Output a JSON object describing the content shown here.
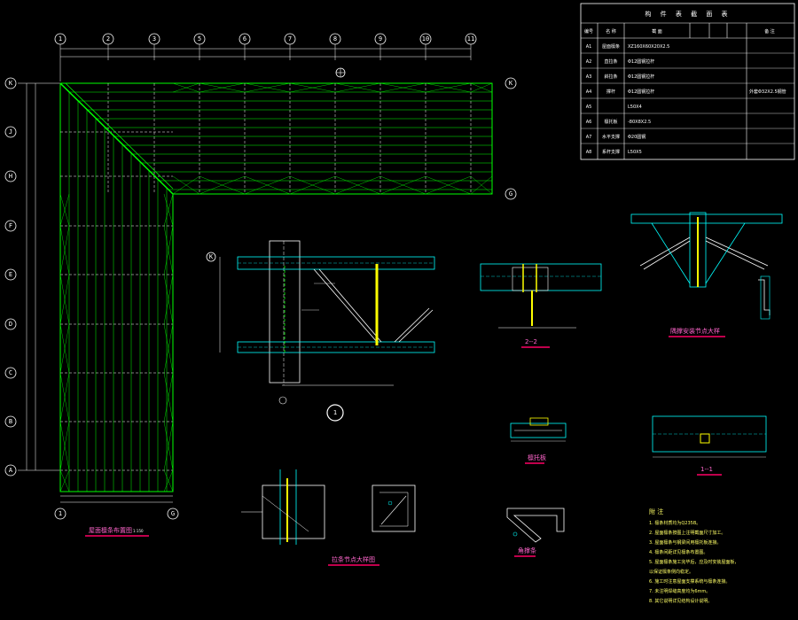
{
  "drawing": {
    "column_axes": [
      "1",
      "2",
      "3",
      "5",
      "6",
      "7",
      "8",
      "9",
      "10",
      "11"
    ],
    "row_axes": [
      "K",
      "J",
      "H",
      "F",
      "E",
      "D",
      "C",
      "B",
      "A"
    ],
    "right_axes": [
      "K",
      "G"
    ],
    "bottom_axes": [
      "1",
      "G"
    ],
    "circle_mark": "1",
    "plan_caption": "屋面檩条布置图",
    "plan_scale": "1:150",
    "section_caption_22": "2--2",
    "section_caption_11": "1--1",
    "node_caption": "隅撑安装节点大样",
    "bracket_caption": "拉条节点大样图",
    "clip_caption": "角撑条",
    "purlin_caption": "檩托板"
  },
  "table": {
    "title": "构 件 表 截 面 表",
    "headers": [
      "编号",
      "名 称",
      "截 面",
      "",
      "",
      "",
      "备 注"
    ],
    "rows": [
      {
        "id": "A1",
        "name": "屋面檩条",
        "section": "XZ160X60X20X2.5",
        "note": ""
      },
      {
        "id": "A2",
        "name": "直拉条",
        "section": "Φ12圆钢拉杆",
        "note": ""
      },
      {
        "id": "A3",
        "name": "斜拉条",
        "section": "Φ12圆钢拉杆",
        "note": ""
      },
      {
        "id": "A4",
        "name": "撑杆",
        "section": "Φ12圆钢拉杆",
        "note": "外套Φ32X2.5钢管"
      },
      {
        "id": "A5",
        "name": "",
        "section": "L50X4",
        "note": ""
      },
      {
        "id": "A6",
        "name": "檩托板",
        "section": "-80X8X2.5",
        "note": ""
      },
      {
        "id": "A7",
        "name": "水平支撑",
        "section": "Φ20圆钢",
        "note": ""
      },
      {
        "id": "A8",
        "name": "系杆支撑",
        "section": "L50X5",
        "note": ""
      }
    ]
  },
  "notes": {
    "title": "附 注",
    "lines": [
      "1. 檩条材质均为Q235B。",
      "2. 屋面檩条按图上注明截面尺寸加工。",
      "3. 屋面檩条与钢梁间用檩托板连接。",
      "4. 檩条间距详见檩条布置图。",
      "5. 屋面檩条施工完毕后，应及时安装屋面板，",
      "   以保证檩条侧向稳定。",
      "6. 施工时注意屋面支撑系统与檩条连接。",
      "7. 未注明焊缝高度均为6mm。",
      "8. 其它说明详见结构设计说明。"
    ]
  },
  "colors": {
    "background": "#000000",
    "structure": "#00ff00",
    "cyan": "#00ffff",
    "yellow": "#ffff00",
    "white": "#ffffff",
    "caption": "#ff0066",
    "magenta": "#ff00ff"
  }
}
